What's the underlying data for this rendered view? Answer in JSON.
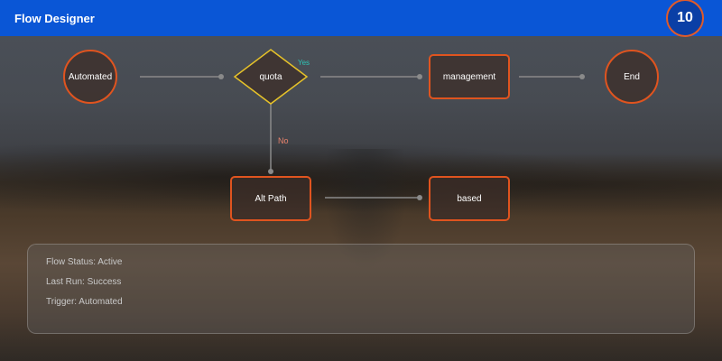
{
  "header": {
    "title": "Flow Designer",
    "counter": "10"
  },
  "nodes": {
    "automated": "Automated",
    "quota": "quota",
    "management": "management",
    "end": "End",
    "alt_path": "Alt Path",
    "based": "based"
  },
  "edge_labels": {
    "yes": "Yes",
    "no": "No"
  },
  "status_panel": {
    "flow_status": "Flow Status: Active",
    "last_run": "Last Run: Success",
    "trigger": "Trigger: Automated"
  },
  "colors": {
    "header_bg": "#0a56d6",
    "node_border": "#e0541f",
    "decision_border": "#e6c229",
    "yes_label": "#2ec4b6",
    "no_label": "#e8826b"
  }
}
